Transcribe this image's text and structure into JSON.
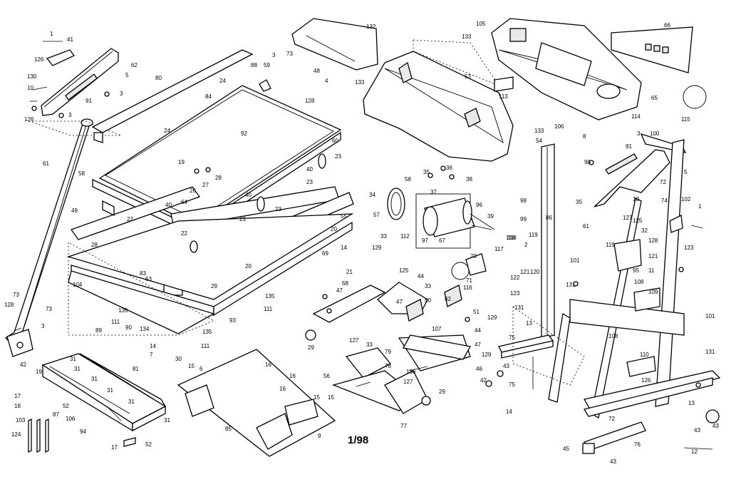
{
  "diagram": {
    "date_stamp": "1/98",
    "callouts": {
      "p1": "1",
      "p41": "41",
      "p126a": "126",
      "p130": "130",
      "p10a": "10",
      "p126b": "126",
      "p3a": "3",
      "p91a": "91",
      "p62": "62",
      "p5a": "5",
      "p3b": "3",
      "p80": "80",
      "p24a": "24",
      "p88": "88",
      "p59": "59",
      "p84": "84",
      "p24b": "24",
      "p92": "92",
      "p3c": "3",
      "p73a": "73",
      "p48": "48",
      "p128a": "128",
      "p4": "4",
      "p132": "132",
      "p133a": "133",
      "p133b": "133",
      "p105": "105",
      "p53": "53",
      "p113": "113",
      "p66": "66",
      "p65": "65",
      "p106a": "106",
      "p114": "114",
      "p115": "115",
      "p133c": "133",
      "p8": "8",
      "p3d": "3",
      "p100": "100",
      "p91b": "91",
      "p5b": "5",
      "p98a": "98",
      "p61a": "61",
      "p58a": "58",
      "p49a": "49",
      "p19a": "19",
      "p26": "26",
      "p27": "27",
      "p28": "28",
      "p22a": "22",
      "p64": "64",
      "p60": "60",
      "p23a": "23",
      "p40a": "40",
      "p23b": "23",
      "p40b": "40",
      "p23c": "23",
      "p23d": "23",
      "p34": "34",
      "p55": "55",
      "p20a": "20",
      "p28b": "28",
      "p83": "83",
      "p22b": "22",
      "p20b": "20",
      "p104": "104",
      "p29a": "29",
      "p93": "93",
      "p135a": "135",
      "p111a": "111",
      "p134": "134",
      "p135b": "135",
      "p111b": "111",
      "p135c": "135",
      "p111c": "111",
      "p89": "89",
      "p90": "90",
      "p14a": "14",
      "p7": "7",
      "p30": "30",
      "p15a": "15",
      "p6": "6",
      "p58b": "58",
      "p35a": "35",
      "p37": "37",
      "p36": "36",
      "p38": "38",
      "p96": "96",
      "p39": "39",
      "p97": "97",
      "p67": "67",
      "p99": "99",
      "p54": "54",
      "p98b": "98",
      "p35b": "35",
      "p33a": "33",
      "p112": "112",
      "p129a": "129",
      "p14b": "14",
      "p21": "21",
      "p125a": "125",
      "p70": "70",
      "p117": "117",
      "p116a": "116",
      "p33b": "33",
      "p50": "50",
      "p71": "71",
      "p116b": "116",
      "p51": "51",
      "p129b": "129",
      "p44a": "44",
      "p44b": "44",
      "p47a": "47",
      "p47b": "47",
      "p47c": "47",
      "p29b": "29",
      "p127a": "127",
      "p33c": "33",
      "p78": "78",
      "p79": "79",
      "p56": "56",
      "p77": "77",
      "p46": "46",
      "p136": "136",
      "p127b": "127",
      "p29c": "29",
      "p129c": "129",
      "p42a": "42",
      "p43a": "43",
      "p75a": "75",
      "p75b": "75",
      "p13a": "13",
      "p118": "118",
      "p2": "2",
      "p119a": "119",
      "p122": "122",
      "p121a": "121",
      "p120": "120",
      "p123a": "123",
      "p131a": "131",
      "p131b": "131",
      "p101a": "101",
      "p61b": "61",
      "p127c": "127",
      "p125b": "125",
      "p32": "32",
      "p119b": "119",
      "p128b": "128",
      "p95": "95",
      "p11": "11",
      "p121b": "121",
      "p108a": "108",
      "p109": "109",
      "p123b": "123",
      "p10b": "10",
      "p74": "74",
      "p72a": "72",
      "p102": "102",
      "p1b": "1",
      "p101b": "101",
      "p131c": "131",
      "p108b": "108",
      "p110": "110",
      "p126c": "126",
      "p13b": "13",
      "p72b": "72",
      "p43b": "43",
      "p43c": "43",
      "p12": "12",
      "p45": "45",
      "p76": "76",
      "p43d": "43",
      "p94": "94",
      "p17a": "17",
      "p17b": "17",
      "p18": "18",
      "p19b": "19",
      "p31a": "31",
      "p31b": "31",
      "p31c": "31",
      "p31d": "31",
      "p31e": "31",
      "p31f": "31",
      "p81": "81",
      "p52a": "52",
      "p52b": "52",
      "p87": "87",
      "p106b": "106",
      "p103": "103",
      "p124": "124",
      "p42b": "42",
      "p73b": "73",
      "p73c": "73",
      "p128c": "128",
      "p3e": "3",
      "p16a": "16",
      "p16b": "16",
      "p16c": "16",
      "p15b": "15",
      "p9": "9",
      "p57": "57",
      "p63": "63",
      "p85": "85",
      "p82": "82",
      "p86": "86",
      "p69": "69",
      "p68": "68",
      "p107": "107",
      "p40c": "40",
      "p15c": "15",
      "p14c": "14"
    }
  }
}
